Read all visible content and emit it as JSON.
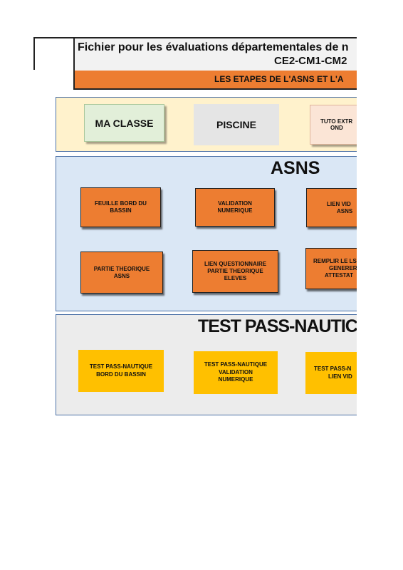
{
  "header": {
    "title": "Fichier pour les évaluations départementales de n",
    "subtitle": "CE2-CM1-CM2",
    "stage_bar": "LES ETAPES DE L'ASNS ET L'A"
  },
  "top_section": {
    "ma_classe": "MA CLASSE",
    "piscine": "PISCINE",
    "tuto_line1": "TUTO EXTR",
    "tuto_line2": "OND"
  },
  "asns_section": {
    "title": "ASNS",
    "row1": [
      {
        "line1": "FEUILLE BORD DU",
        "line2": "BASSIN"
      },
      {
        "line1": "VALIDATION",
        "line2": "NUMERIQUE"
      },
      {
        "line1": "LIEN VID",
        "line2": "ASNS"
      }
    ],
    "row2": [
      {
        "line1": "PARTIE THEORIQUE",
        "line2": "ASNS"
      },
      {
        "line1": "LIEN QUESTIONNAIRE",
        "line2": "PARTIE THEORIQUE",
        "line3": "ELEVES"
      },
      {
        "line1": "REMPLIR LE LS",
        "line2": "GENERER",
        "line3": "ATTESTAT"
      }
    ]
  },
  "test_section": {
    "title": "TEST PASS-NAUTIC",
    "buttons": [
      {
        "line1": "TEST PASS-NAUTIQUE",
        "line2": "BORD DU BASSIN"
      },
      {
        "line1": "TEST PASS-NAUTIQUE",
        "line2": "VALIDATION",
        "line3": "NUMERIQUE"
      },
      {
        "line1": "TEST PASS-N",
        "line2": "LIEN VID"
      }
    ]
  },
  "colors": {
    "orange": "#ed7d31",
    "yellow": "#ffc000",
    "cream": "#fff2cc",
    "light_blue": "#dae7f5",
    "light_gray": "#ececec",
    "light_green": "#e2efd9"
  }
}
